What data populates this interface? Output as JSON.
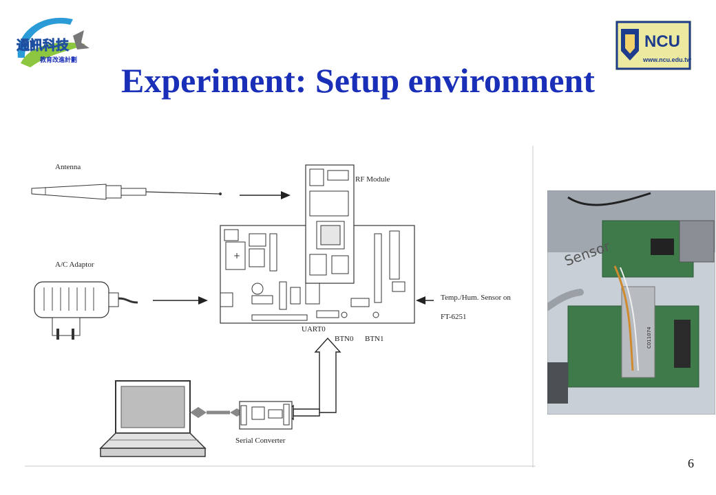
{
  "slide": {
    "title": "Experiment: Setup environment",
    "page_number": "6"
  },
  "logos": {
    "left_main": "通訊科技",
    "left_sub": "教育改進計劃",
    "right_text": "NCU",
    "right_url": "www.ncu.edu.tw"
  },
  "diagram": {
    "labels": {
      "antenna": "Antenna",
      "rf_module": "RF Module",
      "ac_adaptor": "A/C Adaptor",
      "sensor_line1": "Temp./Hum. Sensor on",
      "sensor_line2": "FT-6251",
      "uart0": "UART0",
      "btn0": "BTN0",
      "btn1": "BTN1",
      "serial_converter": "Serial Converter"
    }
  },
  "photo": {
    "handwritten": "Sensor",
    "chip_label": "C011074"
  },
  "colors": {
    "title": "#1a2fb8",
    "pcb_green": "#3f7a4a",
    "photo_bg": "#c9cfd6"
  }
}
